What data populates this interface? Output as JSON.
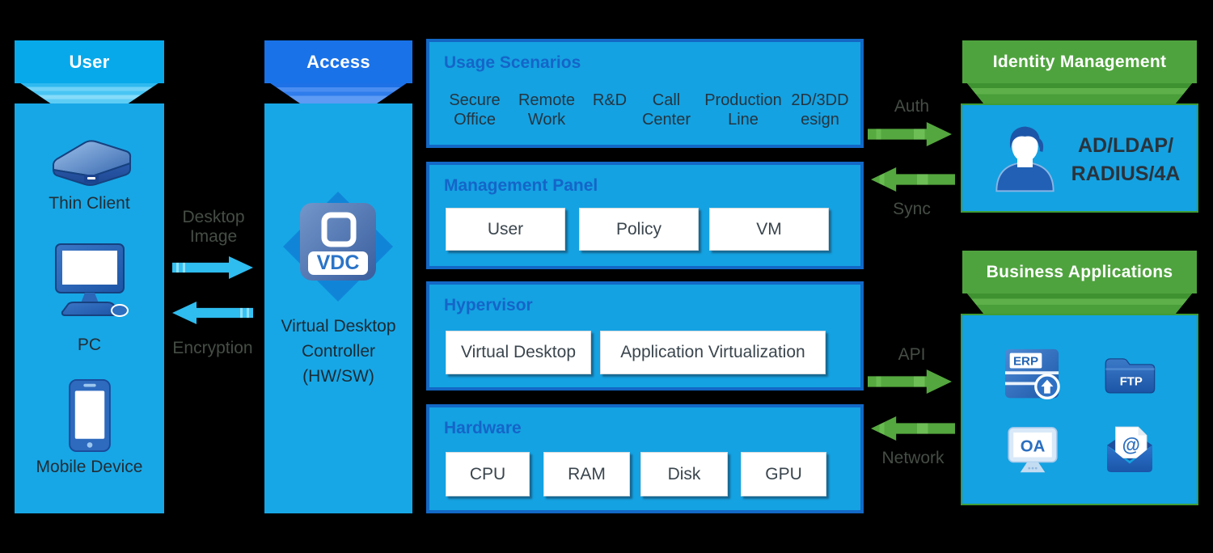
{
  "background": "#000000",
  "user_panel": {
    "title": "User",
    "devices": [
      {
        "label": "Thin Client",
        "icon": "thin-client-icon"
      },
      {
        "label": "PC",
        "icon": "pc-icon"
      },
      {
        "label": "Mobile Device",
        "icon": "mobile-phone-icon"
      }
    ]
  },
  "left_link": {
    "to_access_label_line1": "Desktop",
    "to_access_label_line2": "Image",
    "to_user_label": "Encryption"
  },
  "access_panel": {
    "title": "Access",
    "vdc_badge": "VDC",
    "caption_lines": [
      "Virtual Desktop",
      "Controller",
      "(HW/SW)"
    ]
  },
  "stack": {
    "usage": {
      "title": "Usage Scenarios",
      "items": [
        [
          "Secure",
          "Office"
        ],
        [
          "Remote",
          "Work"
        ],
        [
          "R&D"
        ],
        [
          "Call",
          "Center"
        ],
        [
          "Production",
          "Line"
        ],
        [
          "2D/3DD",
          "esign"
        ]
      ]
    },
    "management": {
      "title": "Management Panel",
      "boxes": [
        "User",
        "Policy",
        "VM"
      ]
    },
    "hypervisor": {
      "title": "Hypervisor",
      "boxes": [
        "Virtual Desktop",
        "Application Virtualization"
      ]
    },
    "hardware": {
      "title": "Hardware",
      "boxes": [
        "CPU",
        "RAM",
        "Disk",
        "GPU"
      ]
    }
  },
  "right_link_top": {
    "out_label": "Auth",
    "in_label": "Sync"
  },
  "right_link_bottom": {
    "out_label": "API",
    "in_label": "Network"
  },
  "identity_panel": {
    "title": "Identity Management",
    "text_lines": [
      "AD/LDAP/",
      "RADIUS/4A"
    ]
  },
  "business_panel": {
    "title": "Business Applications",
    "apps": [
      "ERP",
      "FTP",
      "OA"
    ],
    "email_glyph": "@"
  },
  "colors": {
    "background": "#000000",
    "cyan_panel": "#17A7E6",
    "center_panel_bg": "#14A2E2",
    "panel_border_blue": "#1368C6",
    "title_blue": "#1565C8",
    "user_header_cyan": "#08A9EA",
    "access_header_blue": "#1A72E8",
    "green_header": "#4FA33E",
    "arrow_cyan": "#2FBFF2",
    "arrow_green": "#57AA40",
    "white_box": "#FFFFFF"
  }
}
